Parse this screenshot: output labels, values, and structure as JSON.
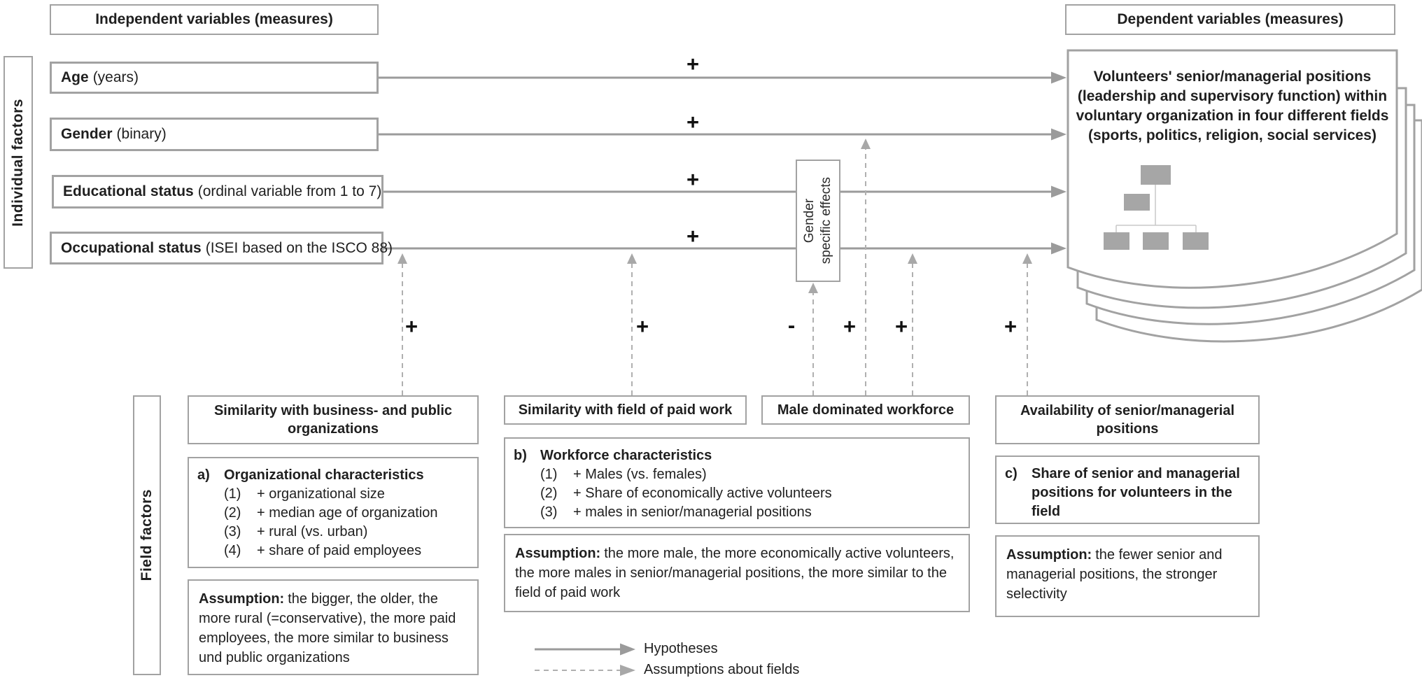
{
  "colors": {
    "box_border": "#a2a2a2",
    "arrow_solid": "#9b9b9b",
    "arrow_dashed": "#b0b0b0",
    "text": "#1f1f1f",
    "org_icon_fill": "#a6a6a6",
    "sign_color": "#111111"
  },
  "independent": {
    "title": "Independent variables (measures)",
    "side_label": "Individual factors",
    "variables": [
      {
        "name": "Age",
        "detail": "(years)",
        "sign": "+"
      },
      {
        "name": "Gender",
        "detail": "(binary)",
        "sign": "+"
      },
      {
        "name": "Educational status",
        "detail": "(ordinal variable from 1 to 7)",
        "sign": "+"
      },
      {
        "name": "Occupational status",
        "detail": "(ISEI based on the ISCO 88)",
        "sign": "+"
      }
    ]
  },
  "dependent": {
    "title": "Dependent variables (measures)",
    "box_lines": [
      "Volunteers' senior/managerial positions",
      "(leadership and supervisory function)  within",
      "voluntary organization in four different fields",
      "(sports, politics, religion, social services)"
    ]
  },
  "moderator": {
    "line1": "Gender",
    "line2": "specific effects"
  },
  "field": {
    "side_label": "Field factors",
    "columns": [
      {
        "header": "Similarity with business- and public organizations",
        "sign": "+",
        "content": {
          "label": "a)",
          "title": "Organizational characteristics",
          "items": [
            {
              "num": "(1)",
              "text": "+ organizational size"
            },
            {
              "num": "(2)",
              "text": "+ median age of organization"
            },
            {
              "num": "(3)",
              "text": "+ rural (vs. urban)"
            },
            {
              "num": "(4)",
              "text": "+ share of paid employees"
            }
          ]
        },
        "assumption_prefix": "Assumption:",
        "assumption": "the bigger, the older, the more rural (=conservative), the more paid employees, the more similar to business und public organizations"
      },
      {
        "header": "Similarity with field of paid work",
        "sign": "+",
        "content": {
          "label": "b)",
          "title": "Workforce characteristics",
          "items": [
            {
              "num": "(1)",
              "text": "+ Males (vs. females)"
            },
            {
              "num": "(2)",
              "text": "+ Share of economically active volunteers"
            },
            {
              "num": "(3)",
              "text": "+ males in senior/managerial positions"
            }
          ]
        },
        "assumption_prefix": "Assumption:",
        "assumption": "the more male, the more economically active volunteers, the more males in senior/managerial positions, the more similar to the field of paid work"
      },
      {
        "header": "Male dominated workforce",
        "signs": {
          "to_moderator": "-",
          "to_gender_arrow": "+",
          "to_occupational_arrow": "+"
        }
      },
      {
        "header": "Availability of senior/managerial positions",
        "sign": "+",
        "content": {
          "label": "c)",
          "title": "Share of senior and managerial positions for volunteers in the field"
        },
        "assumption_prefix": "Assumption:",
        "assumption": "the fewer senior and managerial positions, the stronger selectivity"
      }
    ]
  },
  "legend": {
    "hypotheses_label": "Hypotheses",
    "assumptions_label": "Assumptions about fields"
  }
}
